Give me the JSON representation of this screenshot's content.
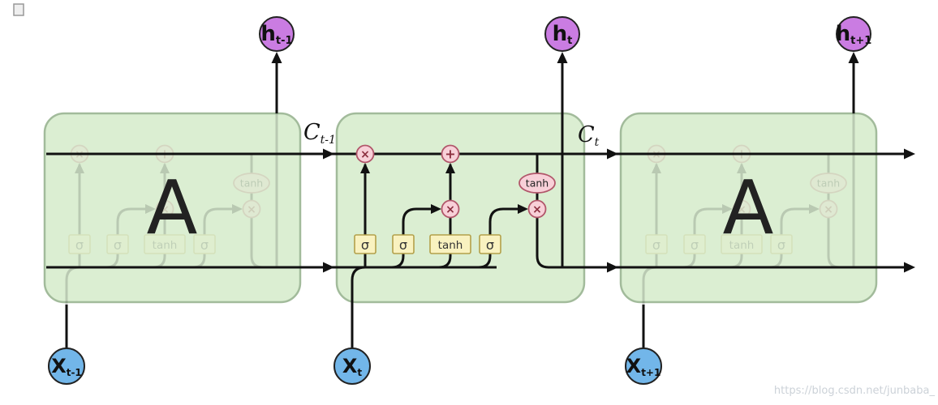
{
  "diagram": {
    "type": "lstm-chain",
    "cells": {
      "left_label": "A",
      "right_label": "A"
    },
    "outputs": {
      "h_prev": {
        "base": "h",
        "sub": "t-1"
      },
      "h_curr": {
        "base": "h",
        "sub": "t"
      },
      "h_next": {
        "base": "h",
        "sub": "t+1"
      }
    },
    "inputs": {
      "x_prev": {
        "base": "X",
        "sub": "t-1"
      },
      "x_curr": {
        "base": "X",
        "sub": "t"
      },
      "x_next": {
        "base": "X",
        "sub": "t+1"
      }
    },
    "cell_state": {
      "c_prev": {
        "base": "C",
        "sub": "t-1"
      },
      "c_curr": {
        "base": "C",
        "sub": "t"
      }
    },
    "gates": {
      "sigma": "σ",
      "tanh": "tanh"
    },
    "ops": {
      "multiply": "×",
      "add": "+",
      "tanh": "tanh"
    }
  },
  "colors": {
    "cell_fill": "#dbeed2",
    "cell_stroke": "#a2bb9b",
    "gate_fill": "#f9f2c0",
    "op_fill": "#f8d0d8",
    "h_fill": "#ca7ce2",
    "x_fill": "#72b6e9",
    "line": "#111111"
  },
  "watermark": "https://blog.csdn.net/junbaba_"
}
